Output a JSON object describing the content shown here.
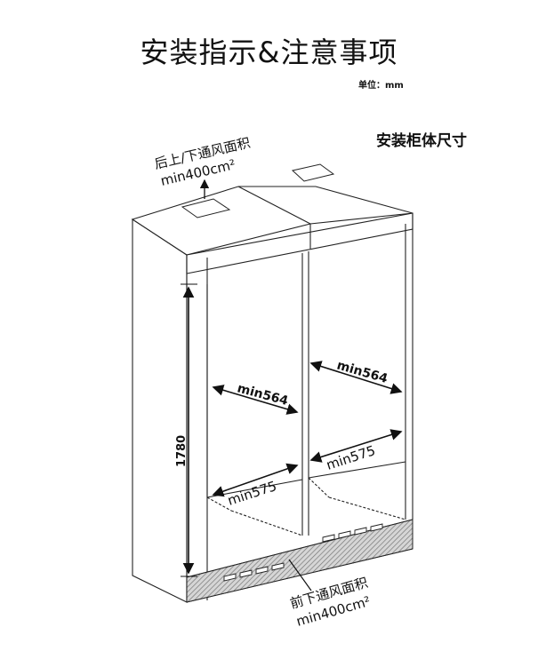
{
  "header": {
    "title": "安装指示&注意事项",
    "unit_label": "单位：mm",
    "section_title": "安装柜体尺寸"
  },
  "diagram": {
    "top_vent": {
      "line1": "后上/下通风面积",
      "line2": "min400cm²"
    },
    "front_vent": {
      "line1": "前下通风面积",
      "line2": "min400cm²"
    },
    "height": "1780",
    "left_depth": "min564",
    "right_depth": "min564",
    "left_width": "min575",
    "right_width": "min575"
  },
  "colors": {
    "line": "#222222",
    "hatch": "#7a7a7a",
    "vent_base": "#cfcfcf"
  }
}
